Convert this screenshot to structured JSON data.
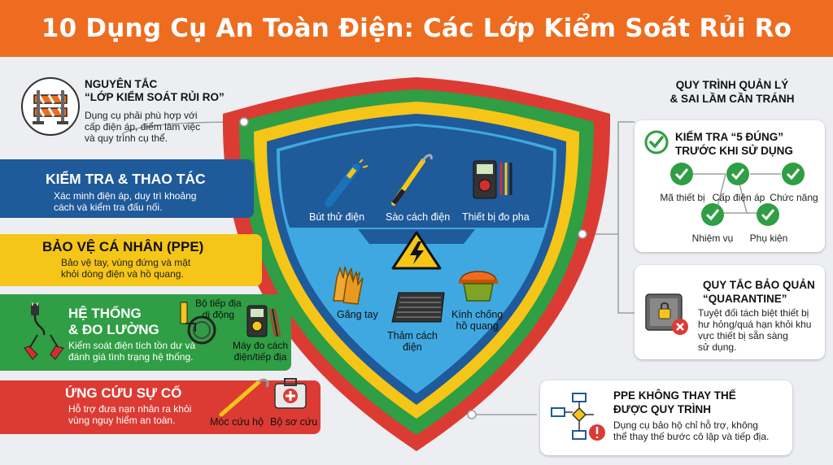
{
  "header": {
    "title": "10 Dụng Cụ An Toàn Điện: Các Lớp Kiểm Soát Rủi Ro"
  },
  "principle": {
    "title_line1": "NGUYÊN TẮC",
    "title_line2": "“LỚP KIỂM SOÁT RỦI RO”",
    "desc_line1": "Dụng cụ phải phù hợp với",
    "desc_line2": "cấp điện áp, điểm làm việc",
    "desc_line3": "và quy trình cụ thể."
  },
  "bands": {
    "check": {
      "title": "KIỂM TRA & THAO TÁC",
      "desc1": "Xác minh điện áp, duy trì khoảng",
      "desc2": "cách và kiểm tra đấu nối.",
      "color": "#1f5a9a"
    },
    "ppe": {
      "title": "BẢO VỆ CÁ NHÂN (PPE)",
      "desc1": "Bảo vệ tay, vùng đứng và mặt",
      "desc2": "khỏi dòng điện và hồ quang.",
      "color": "#f5c518"
    },
    "system": {
      "title1": "HỆ THỐNG",
      "title2": "& ĐO LƯỜNG",
      "desc1": "Kiểm soát điện tích tồn dư và",
      "desc2": "đánh giá tình trạng hệ thống.",
      "color": "#2f9e44"
    },
    "emergency": {
      "title": "ỨNG CỨU SỰ CỐ",
      "desc1": "Hỗ trợ đưa nạn nhân ra khỏi",
      "desc2": "vùng nguy hiểm an toàn.",
      "color": "#dc3b34"
    }
  },
  "tools": {
    "tester": "Bút thử điện",
    "hot_stick": "Sào cách điện",
    "phase_meter": "Thiết bị đo pha",
    "gloves": "Găng tay",
    "mat1": "Thảm cách",
    "mat2": "điện",
    "face1": "Kính chống",
    "face2": "hồ quang",
    "grounding1": "Bộ tiếp địa",
    "grounding2": "di động",
    "meter1": "Máy đo cách",
    "meter2": "điện/tiếp địa",
    "rescue_hook": "Móc cứu hộ",
    "first_aid": "Bộ sơ cứu"
  },
  "right": {
    "title_line1": "QUY TRÌNH QUẢN LÝ",
    "title_line2": "& SAI LẦM CẦN TRÁNH",
    "five_checks": {
      "title_line1": "KIỂM TRA “5 ĐÚNG”",
      "title_line2": "TRƯỚC KHI SỬ DỤNG",
      "items": [
        "Mã thiết bị",
        "Cấp điện áp",
        "Chức năng",
        "Nhiệm vụ",
        "Phụ kiện"
      ]
    },
    "quarantine": {
      "title_line1": "QUY TẮC BẢO QUẢN",
      "title_line2": "“QUARANTINE”",
      "desc1": "Tuyệt đối tách biệt thiết bị",
      "desc2": "hư hỏng/quá hạn khỏi khu",
      "desc3": "vực thiết bị sẵn sàng",
      "desc4": "sử dụng."
    },
    "ppe_rule": {
      "title_line1": "PPE KHÔNG THAY THẾ",
      "title_line2": "ĐƯỢC QUY TRÌNH",
      "desc1": "Dụng cụ bảo hộ chỉ hỗ trợ, không",
      "desc2": "thể thay thế bước cô lập và tiếp địa."
    }
  },
  "colors": {
    "orange": "#ee6c1f",
    "blue": "#1f5a9a",
    "yellow": "#f5c518",
    "green": "#2f9e44",
    "red": "#dc3b34",
    "check_green": "#2f9e44"
  }
}
